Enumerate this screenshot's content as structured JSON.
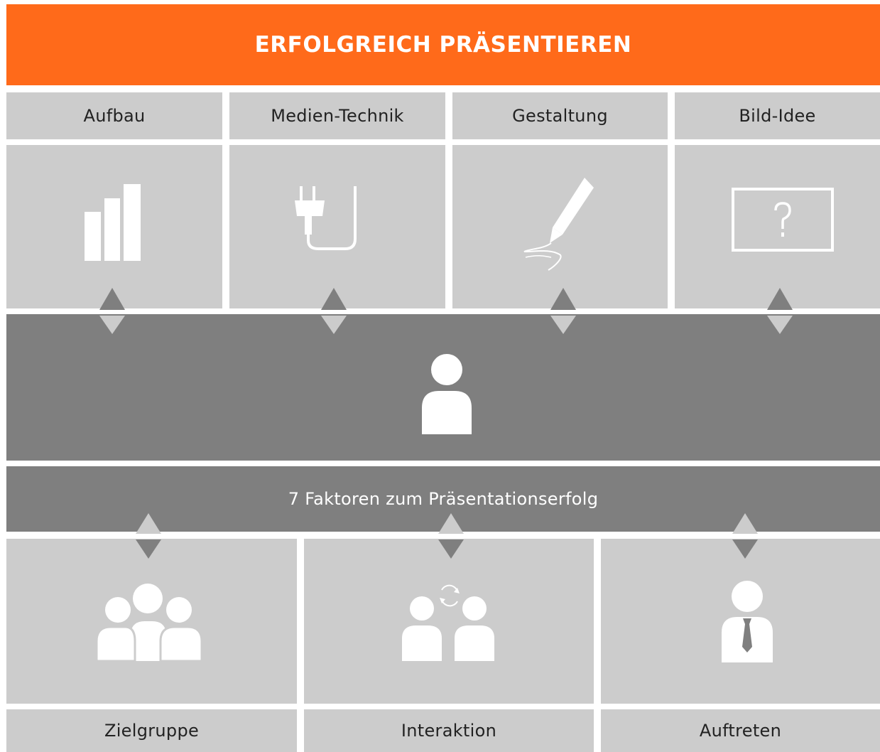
{
  "colors": {
    "accent": "#ff6a1a",
    "tile": "#cccccc",
    "band": "#7f7f7f",
    "icon": "#ffffff",
    "arrow_dark": "#7f7f7f",
    "arrow_light": "#cccccc"
  },
  "header": {
    "title": "ERFOLGREICH PRÄSENTIEREN"
  },
  "top_factors": [
    {
      "label": "Aufbau",
      "icon": "bar-chart-icon"
    },
    {
      "label": "Medien-Technik",
      "icon": "power-plug-icon"
    },
    {
      "label": "Gestaltung",
      "icon": "pen-icon"
    },
    {
      "label": "Bild-Idee",
      "icon": "question-frame-icon"
    }
  ],
  "center": {
    "icon": "person-icon",
    "caption": "7 Faktoren zum Präsentationserfolg"
  },
  "bottom_factors": [
    {
      "label": "Zielgruppe",
      "icon": "group-icon"
    },
    {
      "label": "Interaktion",
      "icon": "interaction-icon"
    },
    {
      "label": "Auftreten",
      "icon": "businessman-icon"
    }
  ]
}
